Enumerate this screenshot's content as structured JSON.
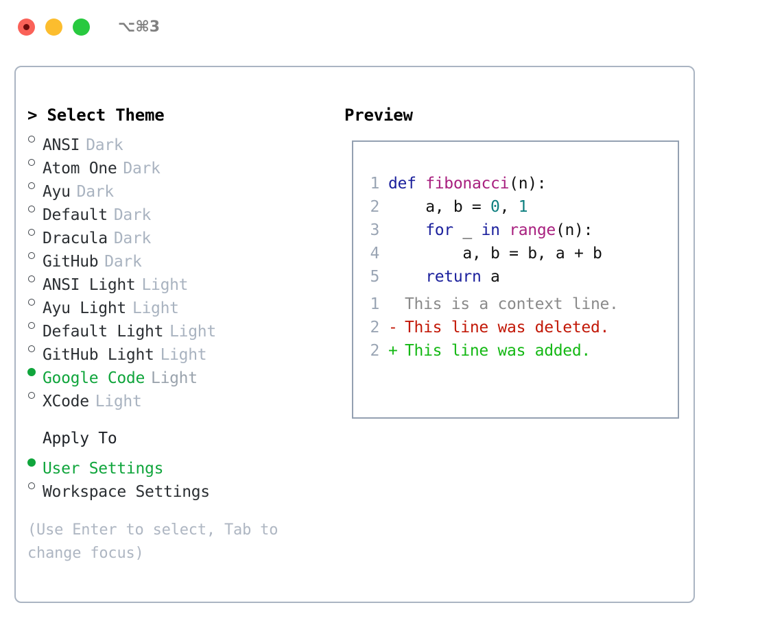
{
  "window": {
    "title": "⌥⌘3",
    "traffic_lights": [
      "close-red",
      "minimize-yellow",
      "maximize-green"
    ]
  },
  "left": {
    "heading": "> Select Theme",
    "themes": [
      {
        "name": "ANSI",
        "mode": "Dark",
        "selected": false
      },
      {
        "name": "Atom One",
        "mode": "Dark",
        "selected": false
      },
      {
        "name": "Ayu",
        "mode": "Dark",
        "selected": false
      },
      {
        "name": "Default",
        "mode": "Dark",
        "selected": false
      },
      {
        "name": "Dracula",
        "mode": "Dark",
        "selected": false
      },
      {
        "name": "GitHub",
        "mode": "Dark",
        "selected": false
      },
      {
        "name": "ANSI Light",
        "mode": "Light",
        "selected": false
      },
      {
        "name": "Ayu Light",
        "mode": "Light",
        "selected": false
      },
      {
        "name": "Default Light",
        "mode": "Light",
        "selected": false
      },
      {
        "name": "GitHub Light",
        "mode": "Light",
        "selected": false
      },
      {
        "name": "Google Code",
        "mode": "Light",
        "selected": true
      },
      {
        "name": "XCode",
        "mode": "Light",
        "selected": false
      }
    ],
    "apply_to_heading": "Apply To",
    "apply_to": [
      {
        "name": "User Settings",
        "selected": true
      },
      {
        "name": "Workspace Settings",
        "selected": false
      }
    ],
    "hint": "(Use Enter to select, Tab to change focus)"
  },
  "right": {
    "heading": "Preview",
    "code": [
      {
        "no": "1",
        "tokens": [
          {
            "t": "def ",
            "c": "kw"
          },
          {
            "t": "fibonacci",
            "c": "fn"
          },
          {
            "t": "(n):",
            "c": "pl"
          }
        ]
      },
      {
        "no": "2",
        "tokens": [
          {
            "t": "    a, b = ",
            "c": "pl"
          },
          {
            "t": "0",
            "c": "num"
          },
          {
            "t": ", ",
            "c": "pl"
          },
          {
            "t": "1",
            "c": "num"
          }
        ]
      },
      {
        "no": "3",
        "tokens": [
          {
            "t": "    ",
            "c": "pl"
          },
          {
            "t": "for",
            "c": "kw"
          },
          {
            "t": " _ ",
            "c": "pl"
          },
          {
            "t": "in",
            "c": "kw"
          },
          {
            "t": " ",
            "c": "pl"
          },
          {
            "t": "range",
            "c": "fn"
          },
          {
            "t": "(n):",
            "c": "pl"
          }
        ]
      },
      {
        "no": "4",
        "tokens": [
          {
            "t": "        a, b = b, a + b",
            "c": "pl"
          }
        ]
      },
      {
        "no": "5",
        "tokens": [
          {
            "t": "    ",
            "c": "pl"
          },
          {
            "t": "return",
            "c": "kw"
          },
          {
            "t": " a",
            "c": "pl"
          }
        ]
      }
    ],
    "diff": [
      {
        "no": "1",
        "sign": " ",
        "text": "This is a context line.",
        "kind": "ctx"
      },
      {
        "no": "2",
        "sign": "-",
        "text": "This line was deleted.",
        "kind": "del"
      },
      {
        "no": "2",
        "sign": "+",
        "text": "This line was added.",
        "kind": "add"
      }
    ]
  },
  "colors": {
    "accent_green": "#10a53c",
    "muted": "#a9b3c0",
    "border": "#aab4c2",
    "preview_border": "#93a0b1",
    "kw": "#1a1f9c",
    "fn": "#a8207f",
    "num": "#0d7f7f",
    "diff_del": "#c21807",
    "diff_add": "#14b814",
    "diff_ctx": "#8a8a8a"
  }
}
